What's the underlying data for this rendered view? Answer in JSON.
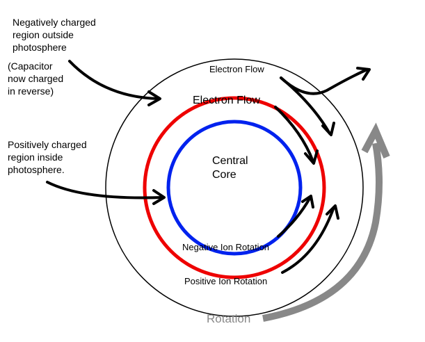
{
  "labels": {
    "negative_region": [
      "Negatively charged",
      "region outside",
      "photosphere"
    ],
    "capacitor_note": [
      "(Capacitor",
      "now charged",
      "in reverse)"
    ],
    "positive_region": [
      "Positively charged",
      "region inside",
      "photosphere."
    ],
    "electron_flow_outer": "Electron Flow",
    "electron_flow_inner": "Electron Flow",
    "central_core": [
      "Central",
      "Core"
    ],
    "negative_ion_rotation": "Negative Ion Rotation",
    "positive_ion_rotation": "Positive Ion Rotation",
    "rotation": "Rotation"
  },
  "colors": {
    "outer_ring": "#000000",
    "red_ring": "#ee0000",
    "blue_ring": "#0022ee",
    "arrows": "#000000",
    "rotation_arrow": "#888888"
  }
}
